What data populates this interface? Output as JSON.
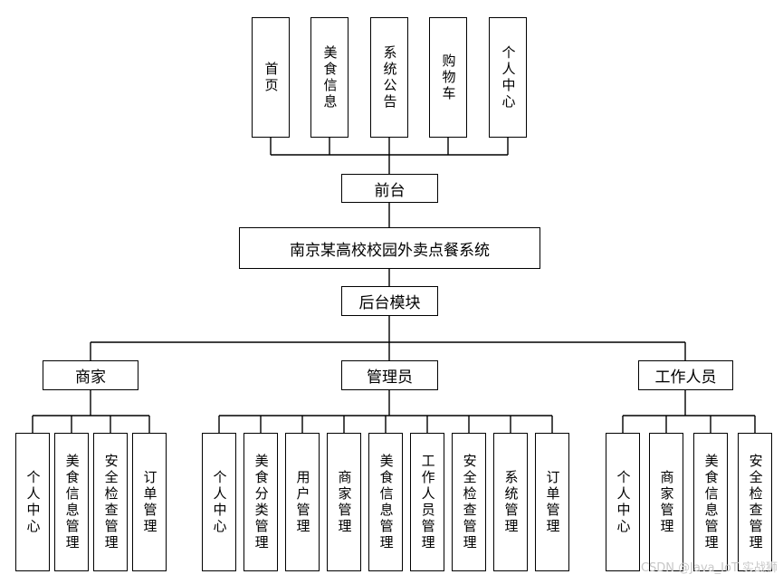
{
  "top_items": [
    "首页",
    "美食信息",
    "系统公告",
    "购物车",
    "个人中心"
  ],
  "frontend": "前台",
  "system": "南京某高校校园外卖点餐系统",
  "backend": "后台模块",
  "roles": [
    {
      "name": "商家",
      "items": [
        "个人中心",
        "美食信息管理",
        "安全检查管理",
        "订单管理"
      ]
    },
    {
      "name": "管理员",
      "items": [
        "个人中心",
        "美食分类管理",
        "用户管理",
        "商家管理",
        "美食信息管理",
        "工作人员管理",
        "安全检查管理",
        "系统管理",
        "订单管理"
      ]
    },
    {
      "name": "工作人员",
      "items": [
        "个人中心",
        "商家管理",
        "美食信息管理",
        "安全检查管理"
      ]
    }
  ],
  "watermark": "CSDN @Java_IoT 实战狮"
}
